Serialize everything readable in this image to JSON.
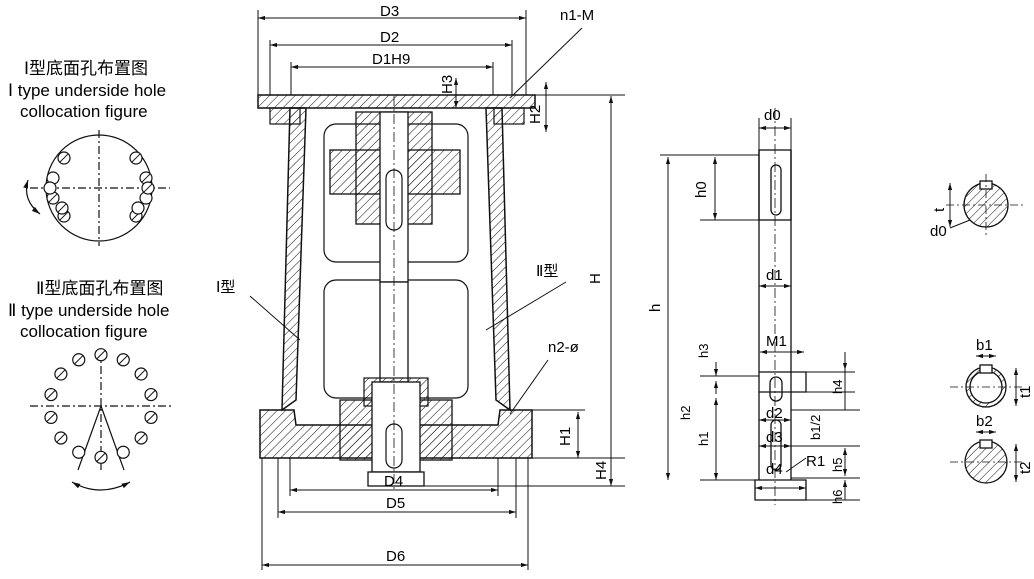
{
  "captions": {
    "type1_cn": "Ⅰ型底面孔布置图",
    "type1_en_line1": "Ⅰ type underside hole",
    "type1_en_line2": "collocation figure",
    "type2_cn": "Ⅱ型底面孔布置图",
    "type2_en_line1": "Ⅱ type underside hole",
    "type2_en_line2": "collocation figure"
  },
  "body_labels": {
    "type1": "Ⅰ型",
    "type2": "Ⅱ型",
    "holes_top": "n1-M",
    "holes_bottom": "n2-ø"
  },
  "dims_main": {
    "D3": "D3",
    "D2": "D2",
    "D1H9": "D1H9",
    "H3": "H3",
    "H2": "H2",
    "H": "H",
    "H1": "H1",
    "H4": "H4",
    "D4": "D4",
    "D5": "D5",
    "D6": "D6"
  },
  "dims_shaft": {
    "d0": "d0",
    "h0": "h0",
    "h": "h",
    "d1": "d1",
    "M1": "M1",
    "h3": "h3",
    "h2": "h2",
    "h1": "h1",
    "h4": "h4",
    "d2": "d2",
    "b1_2": "b1/2",
    "d3": "d3",
    "R1": "R1",
    "h5": "h5",
    "h6": "h6",
    "d4": "d4"
  },
  "dims_sections": {
    "t": "t",
    "d0": "d0",
    "b1": "b1",
    "t1": "t1",
    "b2": "b2",
    "t2": "t2"
  }
}
